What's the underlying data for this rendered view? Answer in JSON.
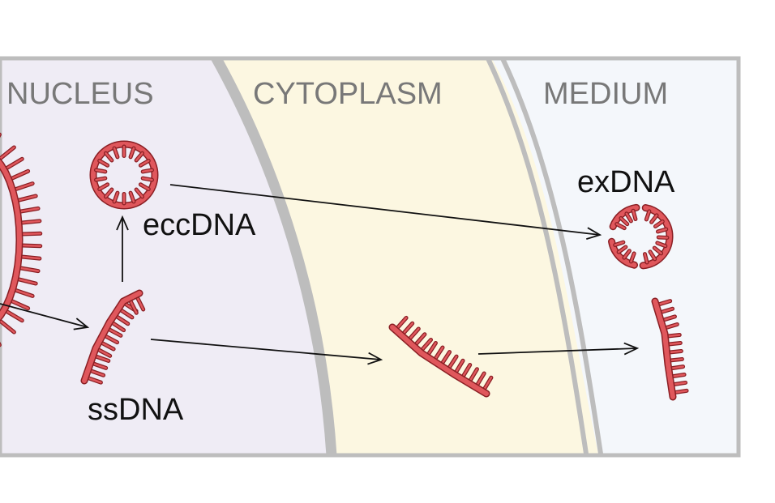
{
  "regions": {
    "nucleus": {
      "title": "NUCLEUS"
    },
    "cytoplasm": {
      "title": "CYTOPLASM"
    },
    "medium": {
      "title": "MEDIUM"
    }
  },
  "labels": {
    "eccdna": "eccDNA",
    "exdna": "exDNA",
    "ssdna": "ssDNA"
  },
  "colors": {
    "nucleus_fill": "#efecf5",
    "cytoplasm_fill": "#fcf7e1",
    "medium_fill": "#f4f7fb",
    "membrane": "#bdbdbd",
    "dna_fill": "#e0575c",
    "dna_stroke": "#8a1f24",
    "arrow": "#111111"
  }
}
